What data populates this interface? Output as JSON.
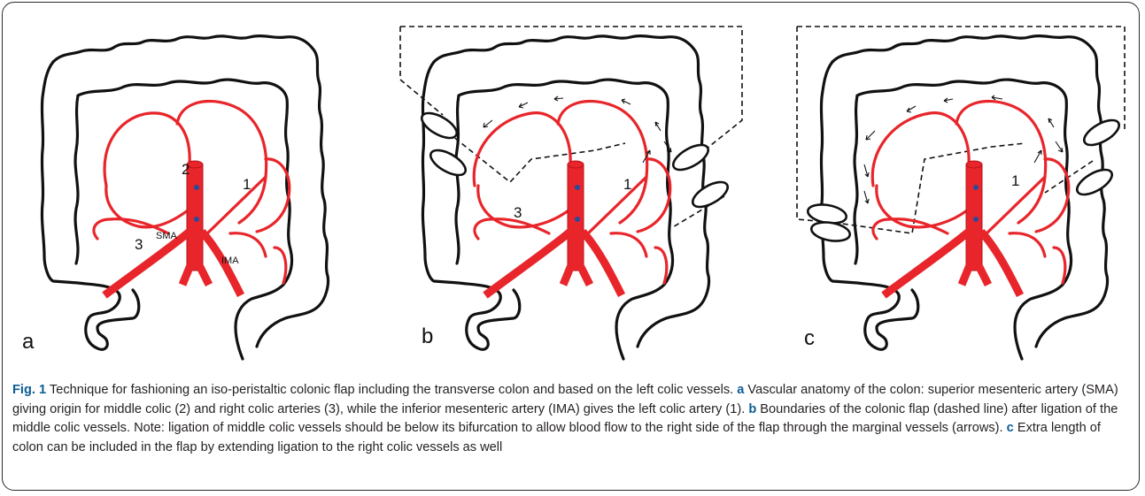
{
  "figure": {
    "panels": [
      {
        "letter": "a",
        "labels": {
          "v1": "1",
          "v2": "2",
          "v3": "3",
          "sma": "SMA",
          "ima": "IMA"
        }
      },
      {
        "letter": "b",
        "labels": {
          "v1": "1",
          "v3": "3"
        }
      },
      {
        "letter": "c",
        "labels": {
          "v1": "1"
        }
      }
    ]
  },
  "caption": {
    "fig_label": "Fig. 1",
    "intro": " Technique for fashioning an iso-peristaltic colonic flap including the transverse colon and based on the left colic vessels. ",
    "a_tag": "a",
    "a_text": " Vascular anatomy of the colon: superior mesenteric artery (SMA) giving origin for middle colic (2) and right colic arteries (3), while the inferior mesenteric artery (IMA) gives the left colic artery (1). ",
    "b_tag": "b",
    "b_text": " Boundaries of the colonic flap (dashed line) after ligation of the middle colic vessels. Note: ligation of middle colic vessels should be below its bifurcation to allow blood flow to the right side of the flap through the marginal vessels (arrows). ",
    "c_tag": "c",
    "c_text": " Extra length of colon can be included in the flap by extending ligation to the right colic vessels as well"
  },
  "colors": {
    "vessel": "#e8252a",
    "caption_accent": "#0b5c95",
    "outline": "#111111"
  }
}
